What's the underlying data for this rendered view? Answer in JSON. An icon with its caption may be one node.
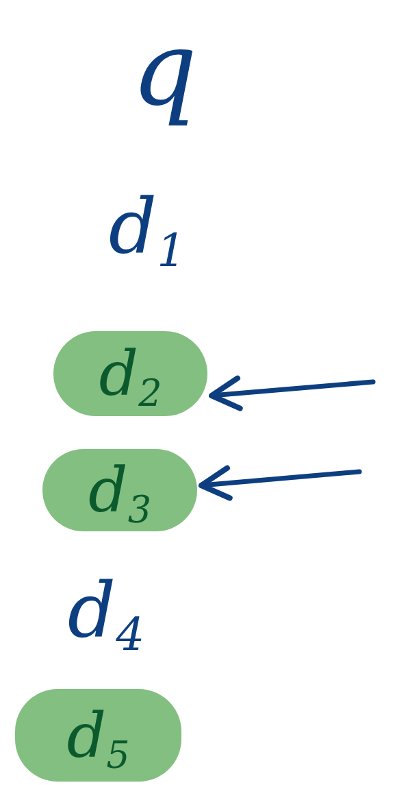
{
  "diagram": {
    "nodes": [
      {
        "text": [
          "q"
        ]
      },
      {
        "text": [
          "d$_{1}$"
        ]
      },
      {
        "text": [
          "d$_{2}$"
        ]
      },
      {
        "text": [
          "d$_{3}$"
        ]
      },
      {
        "text": [
          "d$_{4}$"
        ]
      },
      {
        "text": [
          "d$_{5}$"
        ]
      }
    ],
    "edges": [
      {
        "from": null,
        "to": 2,
        "arrow": "to"
      },
      {
        "from": null,
        "to": 3,
        "arrow": "to"
      }
    ]
  }
}
